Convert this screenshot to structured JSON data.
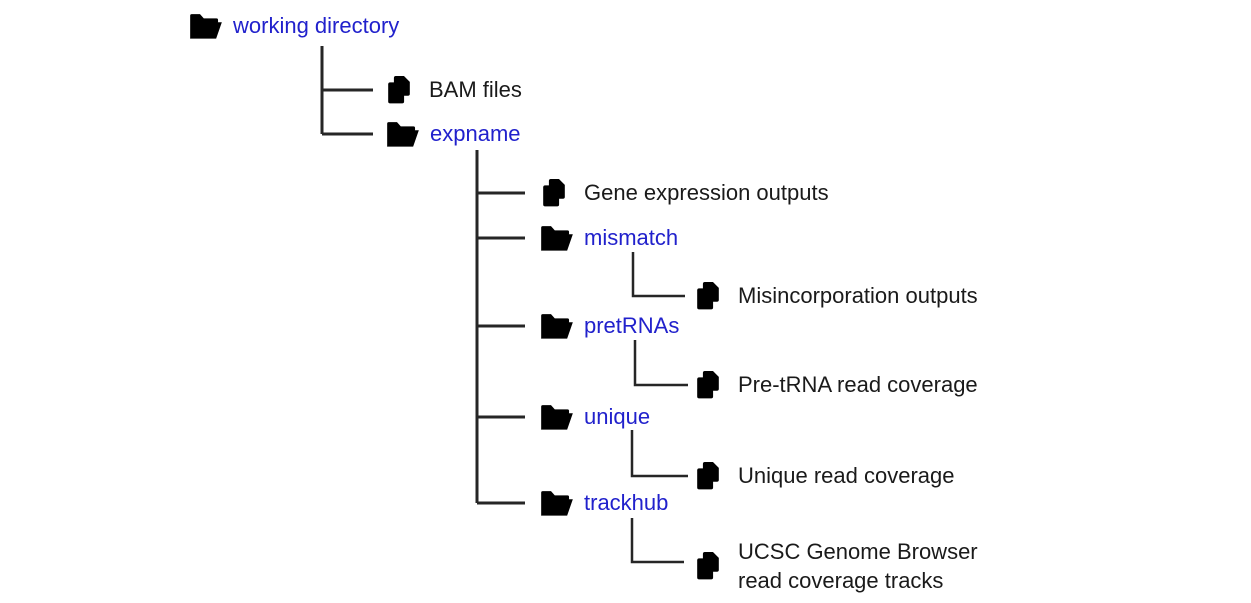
{
  "theme": {
    "folder-link-color": "#2121cc",
    "file-text-color": "#1a1a1a",
    "connector-color": "#262626",
    "background-color": "#ffffff"
  },
  "tree": {
    "root": {
      "label": "working directory",
      "type": "folder",
      "children": [
        {
          "label": "BAM files",
          "type": "files"
        },
        {
          "label": "expname",
          "type": "folder",
          "children": [
            {
              "label": "Gene expression outputs",
              "type": "files"
            },
            {
              "label": "mismatch",
              "type": "folder",
              "children": [
                {
                  "label": "Misincorporation outputs",
                  "type": "files"
                }
              ]
            },
            {
              "label": "pretRNAs",
              "type": "folder",
              "children": [
                {
                  "label": "Pre-tRNA read coverage",
                  "type": "files"
                }
              ]
            },
            {
              "label": "unique",
              "type": "folder",
              "children": [
                {
                  "label": "Unique read coverage",
                  "type": "files"
                }
              ]
            },
            {
              "label": "trackhub",
              "type": "folder",
              "children": [
                {
                  "label": "UCSC Genome Browser read coverage tracks",
                  "lines": [
                    "UCSC Genome Browser",
                    "read coverage tracks"
                  ],
                  "type": "files"
                }
              ]
            }
          ]
        }
      ]
    }
  }
}
